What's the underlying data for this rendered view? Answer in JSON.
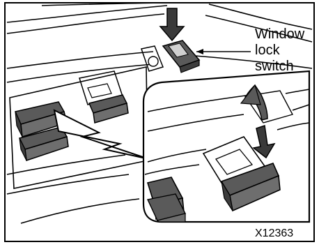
{
  "callout": {
    "line1": "Window",
    "line2": "lock",
    "line3": "switch"
  },
  "figure_code": "X12363",
  "colors": {
    "outline": "#000000",
    "switch_dark": "#5a5a5a",
    "switch_mid": "#8a8a8a",
    "switch_light": "#c8c8c8",
    "background": "#ffffff"
  },
  "icons": {
    "press_arrow": "down-arrow-icon",
    "lift_arrow": "up-arrow-icon",
    "push_arrow": "down-arrow-icon"
  }
}
